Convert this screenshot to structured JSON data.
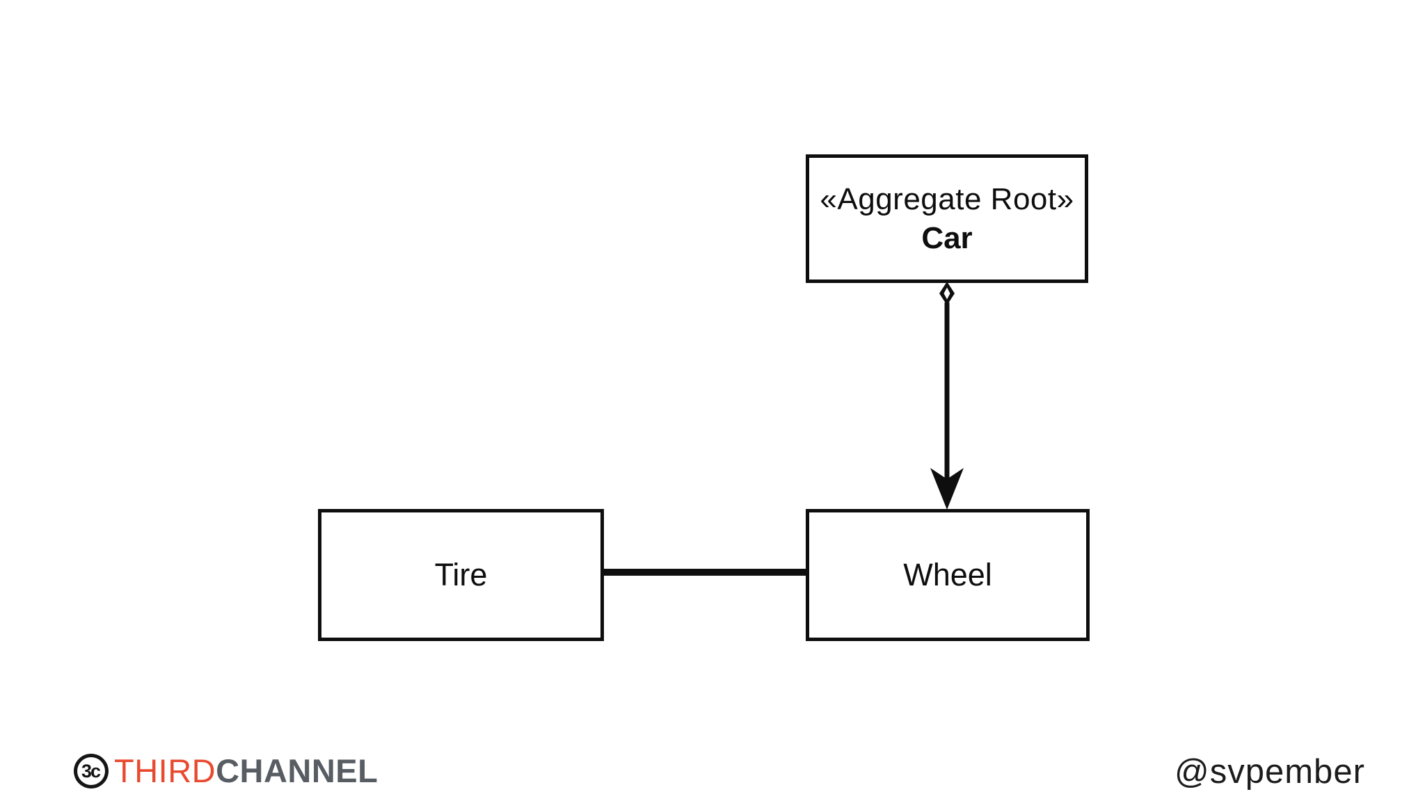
{
  "diagram": {
    "car": {
      "stereotype": "«Aggregate Root»",
      "name": "Car"
    },
    "wheel": {
      "name": "Wheel"
    },
    "tire": {
      "name": "Tire"
    },
    "edges": [
      {
        "type": "aggregation",
        "diamond_end": "Car",
        "arrow_end": "Wheel",
        "diamond_style": "black-with-white-center",
        "arrow_style": "filled"
      },
      {
        "type": "association",
        "from": "Tire",
        "to": "Wheel",
        "style": "plain-thick-line"
      }
    ]
  },
  "footer": {
    "logo": {
      "monogram": "3c",
      "brand_first": "THIRD",
      "brand_second": "CHANNEL"
    },
    "handle": "@svpember"
  },
  "colors": {
    "ink": "#0e0e0e",
    "brand_red": "#e84a2f",
    "brand_gray": "#585d64",
    "handle_ink": "#1c1c1c",
    "background": "#ffffff"
  }
}
